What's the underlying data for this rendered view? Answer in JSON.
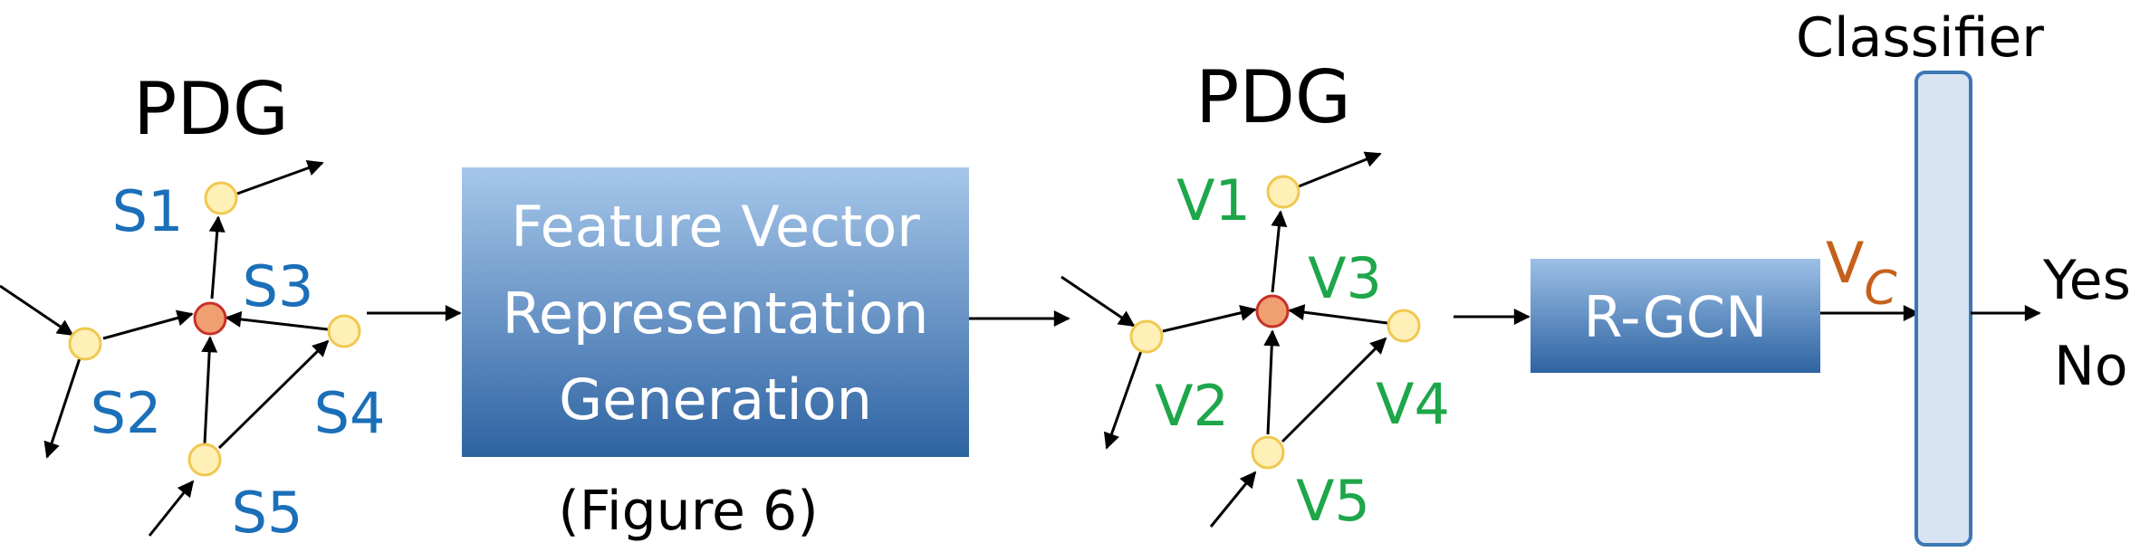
{
  "left_graph": {
    "title": "PDG",
    "labels": {
      "s1": "S1",
      "s2": "S2",
      "s3": "S3",
      "s4": "S4",
      "s5": "S5"
    }
  },
  "feature_box": {
    "line1": "Feature Vector",
    "line2": "Representation",
    "line3": "Generation",
    "caption": "(Figure 6)"
  },
  "right_graph": {
    "title": "PDG",
    "labels": {
      "v1": "V1",
      "v2": "V2",
      "v3": "V3",
      "v4": "V4",
      "v5": "V5"
    }
  },
  "rgcn": {
    "label": "R-GCN"
  },
  "vc": {
    "base": "V",
    "subscript": "C"
  },
  "classifier": {
    "title": "Classifier"
  },
  "outputs": {
    "yes": "Yes",
    "no": "No"
  },
  "colors": {
    "s_label": "#1b6fb8",
    "v_label": "#1ea64a",
    "vc_label": "#c5601b",
    "node_fill": "#fff0b8",
    "node_stroke": "#f0c850",
    "center_fill": "#f0a070",
    "center_stroke": "#c8302a",
    "box_top": "#a6c7ea",
    "box_bottom": "#2e63a2",
    "classifier_fill": "#d9e4f3",
    "classifier_stroke": "#3c78b4"
  }
}
